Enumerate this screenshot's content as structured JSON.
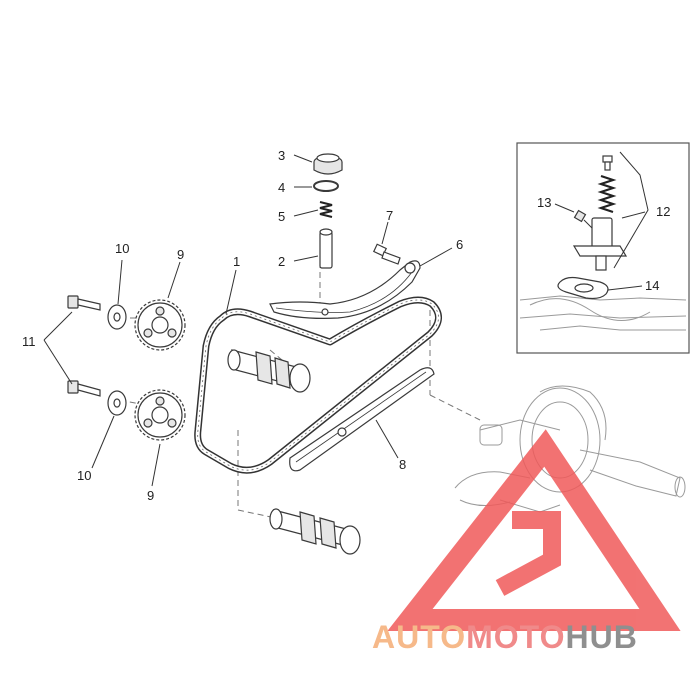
{
  "diagram": {
    "callouts": {
      "c1": "1",
      "c2": "2",
      "c3": "3",
      "c4": "4",
      "c5": "5",
      "c6": "6",
      "c7": "7",
      "c8": "8",
      "c9a": "9",
      "c9b": "9",
      "c10a": "10",
      "c10b": "10",
      "c11": "11",
      "c12": "12",
      "c13": "13",
      "c14": "14"
    }
  },
  "watermark": {
    "part1": "AUTO",
    "part2": "MOTO",
    "part3": "HUB",
    "colors": {
      "auto": "#f6b98a",
      "moto": "#f08a8a",
      "hub": "#8f8f8f",
      "logo": "#f05a5a"
    }
  }
}
